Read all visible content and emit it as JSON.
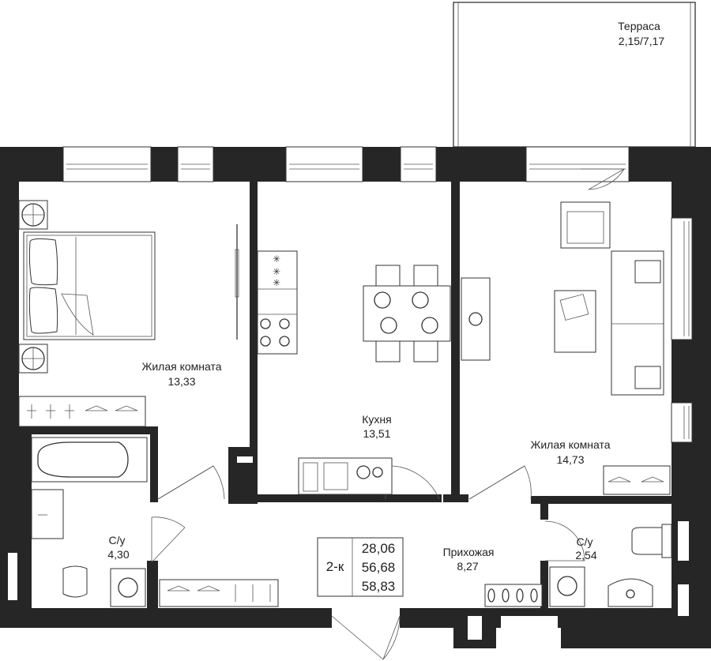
{
  "plan": {
    "terrace": {
      "name": "Терраса",
      "area": "2,15/7,17"
    },
    "rooms": [
      {
        "id": "bedroom",
        "name": "Жилая комната",
        "area": "13,33"
      },
      {
        "id": "kitchen",
        "name": "Кухня",
        "area": "13,51"
      },
      {
        "id": "living",
        "name": "Жилая комната",
        "area": "14,73"
      },
      {
        "id": "bath1",
        "name": "С/у",
        "area": "4,30"
      },
      {
        "id": "hall",
        "name": "Прихожая",
        "area": "8,27"
      },
      {
        "id": "bath2",
        "name": "С/у",
        "area": "2,54"
      }
    ],
    "summary": {
      "type": "2-к",
      "areas": [
        "28,06",
        "56,68",
        "58,83"
      ]
    }
  },
  "colors": {
    "wall": "#262626",
    "line": "#333333",
    "background": "#ffffff"
  }
}
